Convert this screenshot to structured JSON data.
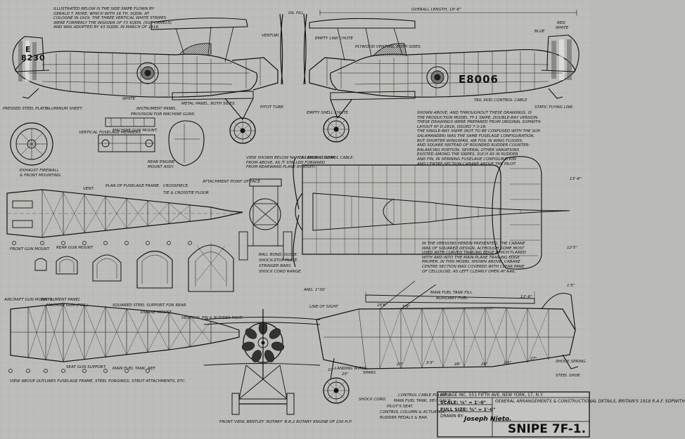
{
  "notes": {
    "history": "ILLUSTRATED BELOW IS THE SIDE SNIPE FLOWN BY\nGERALD T. MORE, WHICH WITH 16 TH. SQDN. AT\nCOLOGNE IN 1919. THE THREE VERTICAL WHITE STRIPES\nWERE FORMERLY THE INSIGNIA OF 73 SQDN. (SGT CAMELS)\nAND WAS ADOPTED BY 43 SQDN. IN MARCH OF 1918.",
    "drawings": "SHOWN ABOVE, AND THROUGHOUT THESE DRAWINGS, IS\nTHE PRODUCTION MODEL 7F-1 SNIPE, DOUBLE-BAY VERSION.\nTHESE DRAWINGS WERE PREPARED FROM ORIGINAL SOPWITH\nLAYOUT Nº D-2818, ISSUED 7-3-18.\nTHE SINGLE-BAY SNIPE (NOT TO BE CONFUSED WITH THE SOP.\nSALAMANDER) WAS THE SAME FUSELAGE CONFIGURATION,\nBUT SHORTER WINGSPAN, AIR FOIL IN WING FLOODS,\nAND SQUARE INSTEAD OF ROUNDED RUDDER COUNTER-\nBALANCING PORTION. SEVERAL OTHER VARIATIONS\nEXISTED AMONG THE SNIPES, SUCH AS IN RUDDER\nAND FIN, IN SPINNING FUSELAGE CONFIGURATION\nAND CENTRE-SECTION CABANE ABOVE THE PILOT.",
    "cabane": "IN THE VERSIONS HEREIN PRESENTED, THE CABANE\nWAS OF SQUARED DESIGN, ALTHOUGH SOME MOST\nUSED WITH CURVED TRAILING EDGE WHICH FLARED\nWITH AND INTO THE MAIN-PLANE TRAILING EDGE\nPROPER. IN THIS MODEL SHOWN ABOVE, CABANE\nCENTRE SECTION WAS COVERED WITH CLEAR PANE\nOF CELLULOID, AS LEFT CLEARLY OPEN AT RAIL.",
    "front_view": "VIEW SHOWN BELOW NAMES LANDING GEAR\nFROM ABOVE, AS IT STALLED FORWARD\nFROM REARWARD PLANE BY RIGHT.",
    "cutaway": "VIEW ABOVE OUTLINES FUSELAGE FRAME, STEEL FORGINGS, STRUT ATTACHMENTS, ETC.",
    "engine": "FRONT VIEW, BENTLEY 'ROTARY' B.R.2 ROTARY ENGINE OF 230 H.P."
  },
  "labels": {
    "overall_length": "OVERALL LENGTH, 19'-6\"",
    "oil_fill": "OIL FILL",
    "venturi": "VENTURI",
    "empty_link_chute": "EMPTY LINK CHUTE",
    "plywood_venting": "PLYWOOD VENTING, BOTH SIDES.",
    "red": "RED",
    "white_t": "WHITE",
    "blue": "BLUE",
    "white": "WHITE",
    "metal_panel": "METAL PANEL, BOTH SIDES.",
    "pitot_tube": "PITOT TUBE.",
    "empty_shell_chute": "EMPTY SHELL CHUTE.",
    "tail_skid": "TAIL SKID CONTROL CABLE",
    "static_line": "STATIC FLYING LINE.",
    "pressed_steel": "PRESSED STEEL PLATE.",
    "aluminum_sheet": "ALUMINUM SHEET.",
    "instrument_panel": "INSTRUMENT PANEL.",
    "provision_guns": "PROVISION FOR MACHINE GUNS.",
    "mg_mount": "MACHINE GUN MOUNT.",
    "vertical_members": "VERTICAL FUSELAGE MEMBERS.",
    "exhaust_firewall": "EXHAUST FIREWALL\n& FRONT MOUNTING.",
    "rear_engine": "REAR ENGINE\nMOUNT ASSY.",
    "plan_fuselage": "PLAN OF FUSELAGE FRAME.",
    "crosspiece": "CROSSPIECE.",
    "tie_rod": "TIE & CROSSTIE FLOOR",
    "attach_point": "ATTACHMENT POINT OF FACE.",
    "aileron_cable": "AILERON CONTROL CABLE.",
    "vent": "VENT.",
    "front_gun": "FRONT GUN MOUNT.",
    "rear_gun": "REAR GUN MOUNT",
    "ball_bond": "BALL BOND, GUIDE.",
    "shock_stop": "SHOCK-STOP PLATE.",
    "stringer_bars": "STRINGER BARS.",
    "shock_cord_range": "SHOCK CORD RANGE.",
    "aircraft_gun": "AIRCRAFT GUN MOUNTS.",
    "instrument_panel2": "INSTRUMENT PANEL",
    "machine_gun_pos": "MACHINE GUN (POS.)",
    "squared_steel": "SQUARED STEEL SUPPORT FOR REAR",
    "engine_mount": "ENGINE MOUNT.",
    "vertical_fin": "VERTICAL FIN & RUDDER POST.",
    "seat_support": "SEAT GUN SUPPORT.",
    "main_fuel_tank": "MAIN FUEL TANK, REF.",
    "main_fuel_fill": "MAIN FUEL TANK FILL.",
    "auxiliary_fuel": "AUXILIARY FUEL.",
    "line_of_sight": "LINE OF SIGHT",
    "angle": "ANG. 1°30'",
    "landing_wires": "LANDING WIRES.",
    "control_cable": "CONTROL CABLE PULLEYS.",
    "main_fuel_gal": "MAIN FUEL TANK, 38½ GAL'S.",
    "pilots_seat": "PILOT'S SEAT.",
    "control_column": "CONTROL COLUMN & ACTUATOR.",
    "rudder_pedals": "RUDDER PEDALS & BAR.",
    "shock_cord": "SHOCK CORD.",
    "spars": "SPARS.",
    "shock_spring": "SHOCK SPRING.",
    "steel_shoe": "STEEL SHOE."
  },
  "registration": {
    "fuselage": "E8006",
    "serial_left": "E",
    "serial_left2": "8230"
  },
  "dimensions": {
    "dim_13_6": "13'-6\"",
    "dim_12_5": "12'5\"",
    "dim_12_6": "12'-6\"",
    "dim_1_5": "1'5\"",
    "dim_16_6": "16'6\"",
    "dim_3_3": "3'3\"",
    "dim_28": "28'",
    "dim_2_5": "2'5\"",
    "dim_25": "25\"",
    "dim_20": "20\"",
    "dim_26": "26\"",
    "dim_27": "27\"",
    "dim_10": "10\"",
    "dim_5_9": "5'9\""
  },
  "title_block": {
    "publisher": "AIR AGE INC. 551 FIFTH AVE, NEW YORK, 17, N.Y.",
    "scale": "SCALE: ⅛\" = 1'-0\"",
    "full_size": "FULL SIZE: ⅝\" = 1'-0\"",
    "drawn_by_label": "DRAWN BY:",
    "drawn_by_name": "Joseph\nNieto.",
    "desc": "GENERAL ARRANGEMENTS &\nCONSTRUCTIONAL DETAILS,\nBRITAIN'S 1918 R.A.F. SOPWITH",
    "aircraft": "SNIPE 7F-1."
  }
}
